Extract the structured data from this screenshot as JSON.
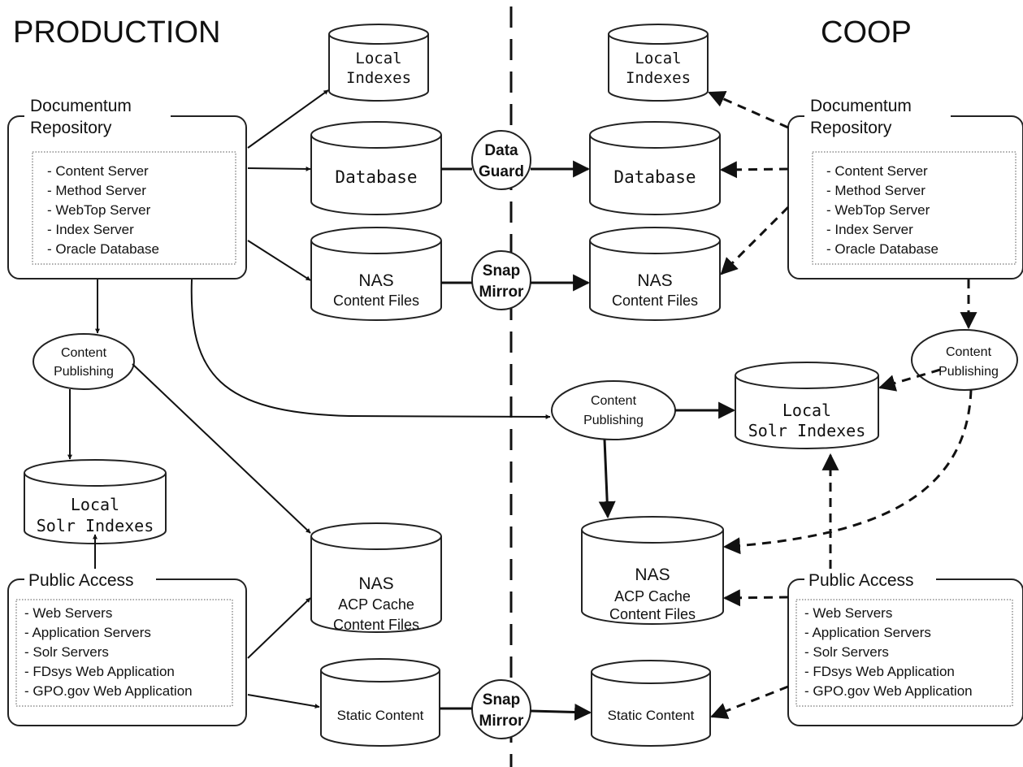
{
  "headings": {
    "production": "PRODUCTION",
    "coop": "COOP"
  },
  "repository": {
    "title_line1": "Documentum",
    "title_line2": "Repository",
    "items": [
      "- Content Server",
      "- Method Server",
      "- WebTop Server",
      "- Index Server",
      "- Oracle Database"
    ]
  },
  "public_access": {
    "title": "Public Access",
    "items": [
      "- Web Servers",
      "- Application Servers",
      "- Solr Servers",
      "- FDsys Web Application",
      "- GPO.gov Web Application"
    ]
  },
  "stores": {
    "local_indexes": [
      "Local",
      "Indexes"
    ],
    "database": "Database",
    "nas_content": [
      "NAS",
      "Content Files"
    ],
    "local_solr": [
      "Local",
      "Solr Indexes"
    ],
    "nas_acp": [
      "NAS",
      "ACP Cache",
      "Content Files"
    ],
    "static_content": "Static Content"
  },
  "replication": {
    "data_guard": [
      "Data",
      "Guard"
    ],
    "snap_mirror": [
      "Snap",
      "Mirror"
    ]
  },
  "process": {
    "content_publishing": [
      "Content",
      "Publishing"
    ]
  }
}
